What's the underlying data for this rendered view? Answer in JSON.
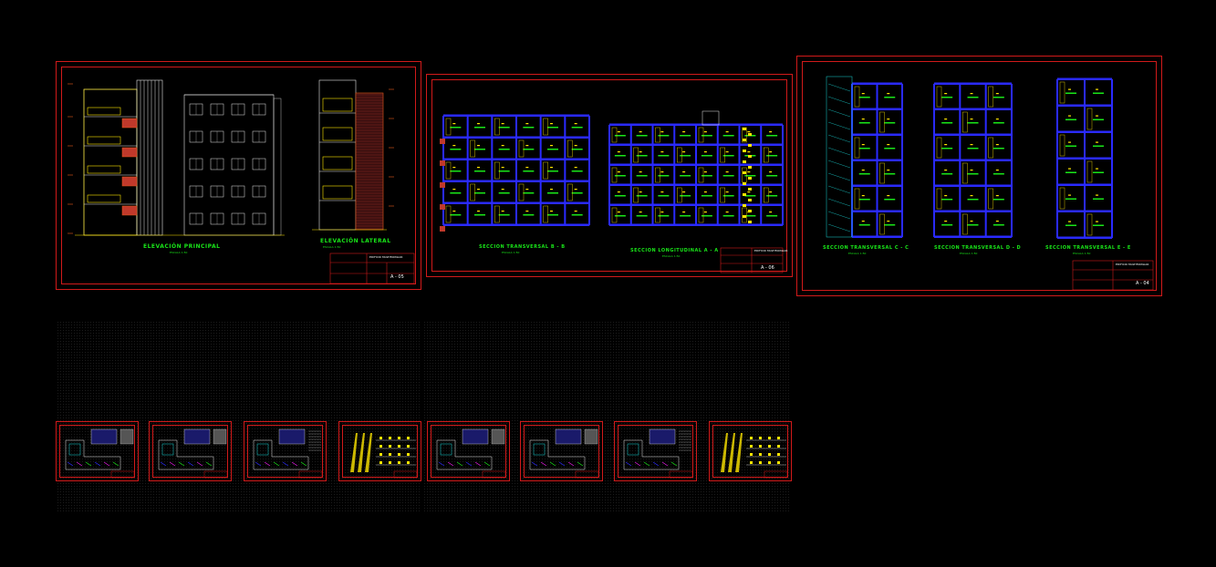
{
  "colors": {
    "background": "#000000",
    "border": "#d11a1a",
    "label": "#19e619",
    "text_white": "#ffffff",
    "yellow": "#ffe600",
    "blue": "#2a2aff",
    "cyan": "#19d6d6",
    "magenta": "#e619e6",
    "orange": "#e65a19"
  },
  "sheet1": {
    "title1": "ELEVACIÓN PRINCIPAL",
    "scale1": "ESCALA 1:50",
    "title2": "ELEVACIÓN LATERAL",
    "scale2": "ESCALA 1:50",
    "tb_project": "EDIFICIO MULTIFAMILIAR",
    "tb_sheet": "A - 05"
  },
  "sheet2": {
    "title1": "SECCION TRANSVERSAL B - B",
    "scale1": "ESCALA 1:50",
    "title2": "SECCION LONGITUDINAL A - A",
    "scale2": "ESCALA 1:50",
    "tb_project": "EDIFICIO MULTIFAMILIAR",
    "tb_sheet": "A - 06"
  },
  "sheet3": {
    "title1": "SECCION TRANSVERSAL C - C",
    "scale1": "ESCALA 1:50",
    "title2": "SECCION TRANSVERSAL D - D",
    "scale2": "ESCALA 1:50",
    "title3": "SECCION TRANSVERSAL E - E",
    "scale3": "ESCALA 1:50",
    "tb_project": "EDIFICIO MULTIFAMILIAR",
    "tb_sheet": "A - 04"
  },
  "mini_sheets": [
    {
      "kind": "plan"
    },
    {
      "kind": "plan2"
    },
    {
      "kind": "plan3"
    },
    {
      "kind": "riser"
    },
    {
      "kind": "plan"
    },
    {
      "kind": "plan2"
    },
    {
      "kind": "plan3"
    },
    {
      "kind": "riser"
    }
  ]
}
